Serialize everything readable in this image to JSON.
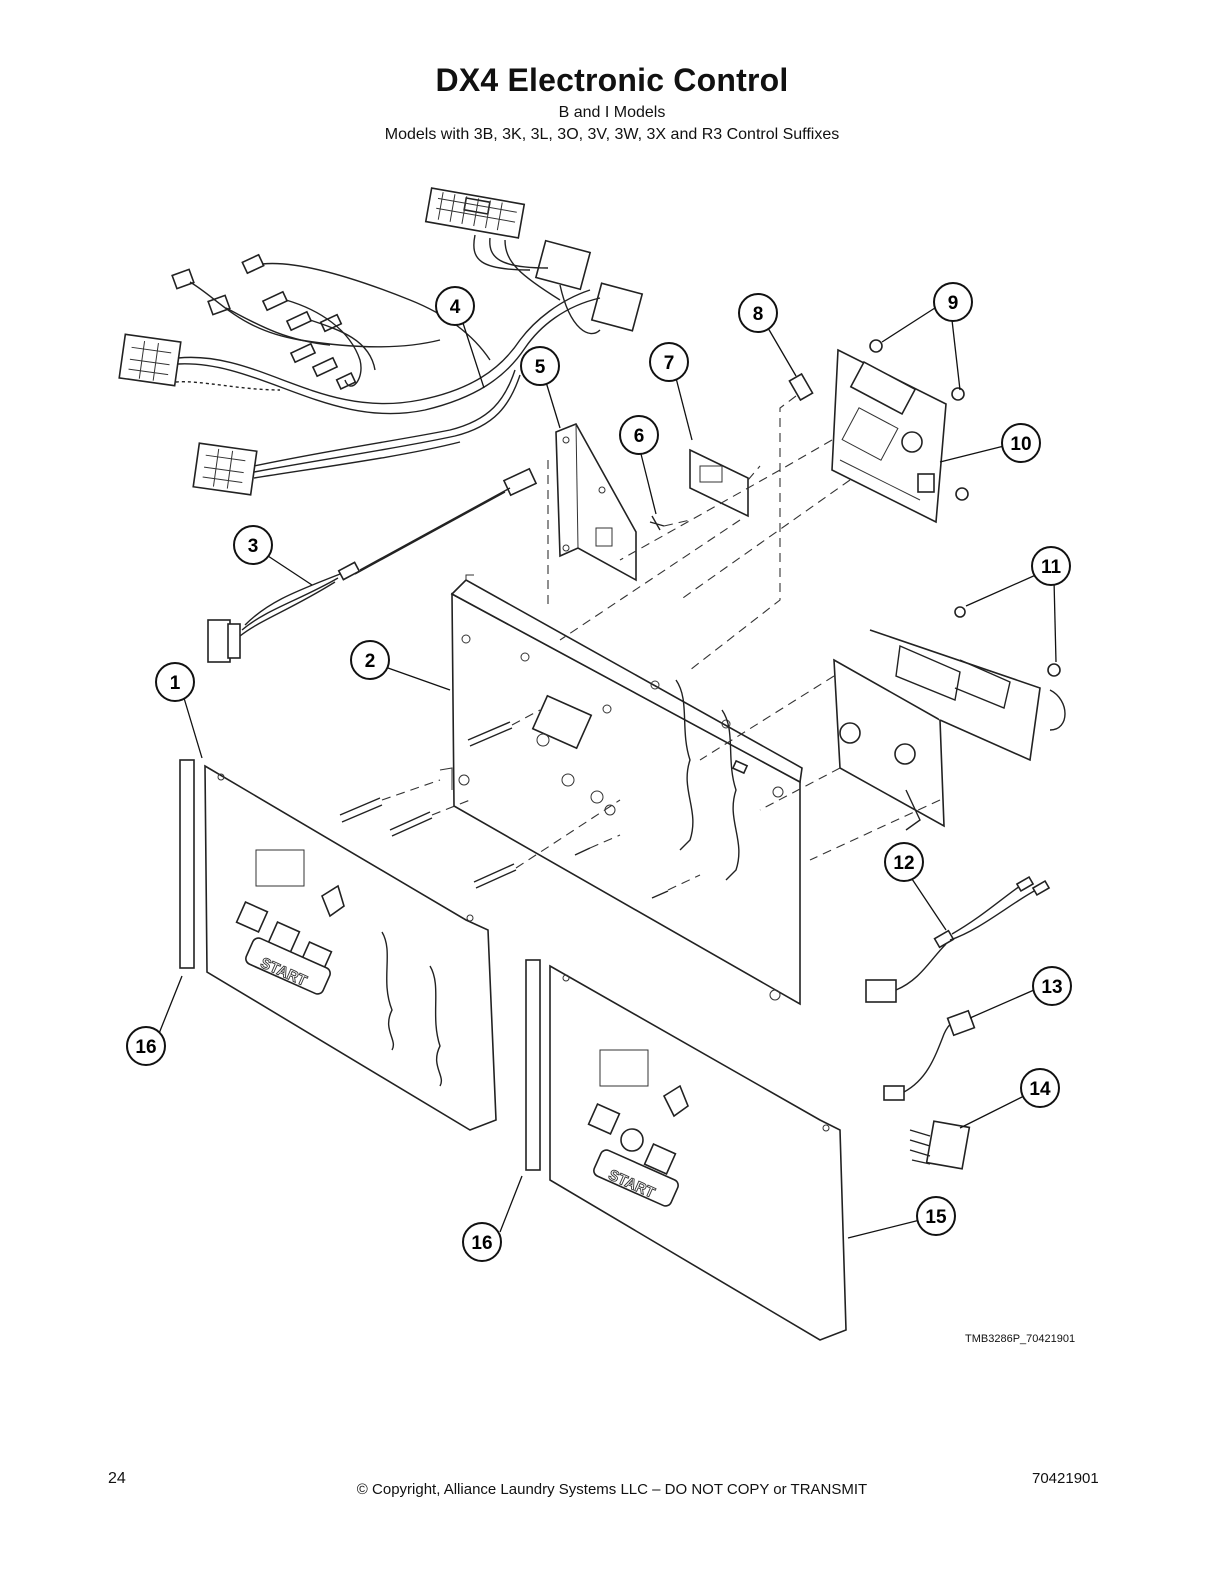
{
  "header": {
    "title": "DX4 Electronic Control",
    "subtitle": "B and I Models",
    "models_line": "Models with 3B, 3K, 3L, 3O, 3V, 3W, 3X and R3 Control Suffixes"
  },
  "diagram": {
    "figure_id": "TMB3286P_70421901",
    "keypad_label": "START",
    "callouts": [
      "1",
      "2",
      "3",
      "4",
      "5",
      "6",
      "7",
      "8",
      "9",
      "10",
      "11",
      "12",
      "13",
      "14",
      "15",
      "16",
      "16"
    ]
  },
  "footer": {
    "page_number": "24",
    "copyright": "© Copyright, Alliance Laundry Systems LLC – DO NOT COPY or TRANSMIT",
    "doc_number": "70421901"
  }
}
